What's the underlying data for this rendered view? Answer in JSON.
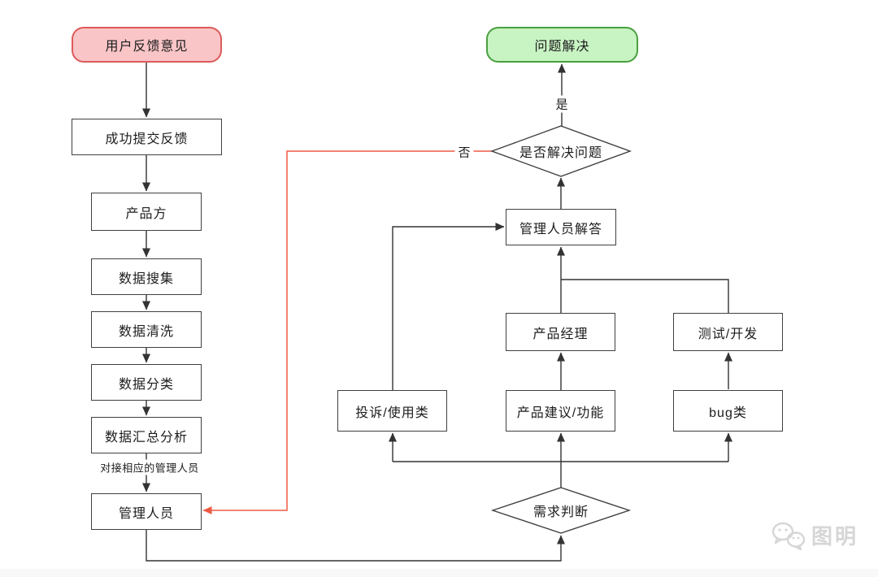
{
  "diagram": {
    "nodes": {
      "user_feedback": "用户反馈意见",
      "submit_success": "成功提交反馈",
      "product_side": "产品方",
      "data_collect": "数据搜集",
      "data_clean": "数据清洗",
      "data_classify": "数据分类",
      "data_summary": "数据汇总分析",
      "manager": "管理人员",
      "problem_solved": "问题解决",
      "solved_decision": "是否解决问题",
      "manager_answer": "管理人员解答",
      "product_manager": "产品经理",
      "test_dev": "测试/开发",
      "complaint_usage": "投诉/使用类",
      "product_suggestion": "产品建议/功能",
      "bug_type": "bug类",
      "demand_decision": "需求判断"
    },
    "edge_labels": {
      "yes": "是",
      "no": "否",
      "assign": "对接相应的管理人员"
    },
    "colors": {
      "line": "#333333",
      "highlight": "#ee5a43",
      "box_border": "#404040",
      "text": "#1c1c1c",
      "start_fill": "#f9c5c7",
      "start_border": "#dd5a5a",
      "end_fill": "#c8f3c3",
      "end_border": "#49a03f",
      "watermark": "#d6d6d6",
      "page_bg": "#ffffff",
      "footer_strip": "#f8f8f8"
    }
  },
  "watermark": {
    "brand": "图明"
  }
}
